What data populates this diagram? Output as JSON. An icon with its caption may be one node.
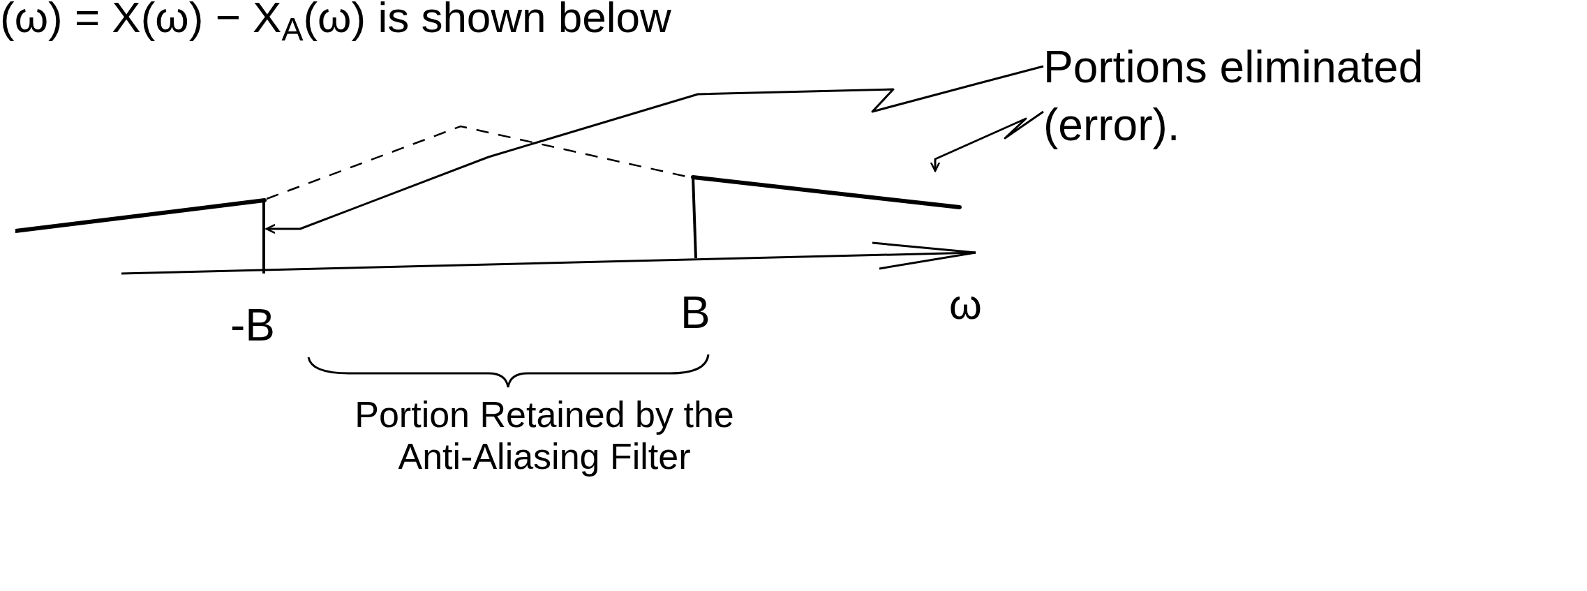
{
  "diagram": {
    "nodes": [
      {
        "text": [],
        "shape": "line"
      },
      {
        "text": [],
        "shape": "line"
      },
      {
        "text": [
          "Portions eliminated (error)."
        ]
      }
    ],
    "edges": [
      {
        "from": 2,
        "to": 0,
        "arrow": "to"
      },
      {
        "from": 2,
        "to": 1,
        "arrow": "to"
      }
    ],
    "labels": [
      "(ω) = X(ω) − X$_{A}$(ω)   is shown below",
      "-B",
      "B",
      "ω",
      "Portion Retained by the Anti-Aliasing Filter"
    ]
  }
}
